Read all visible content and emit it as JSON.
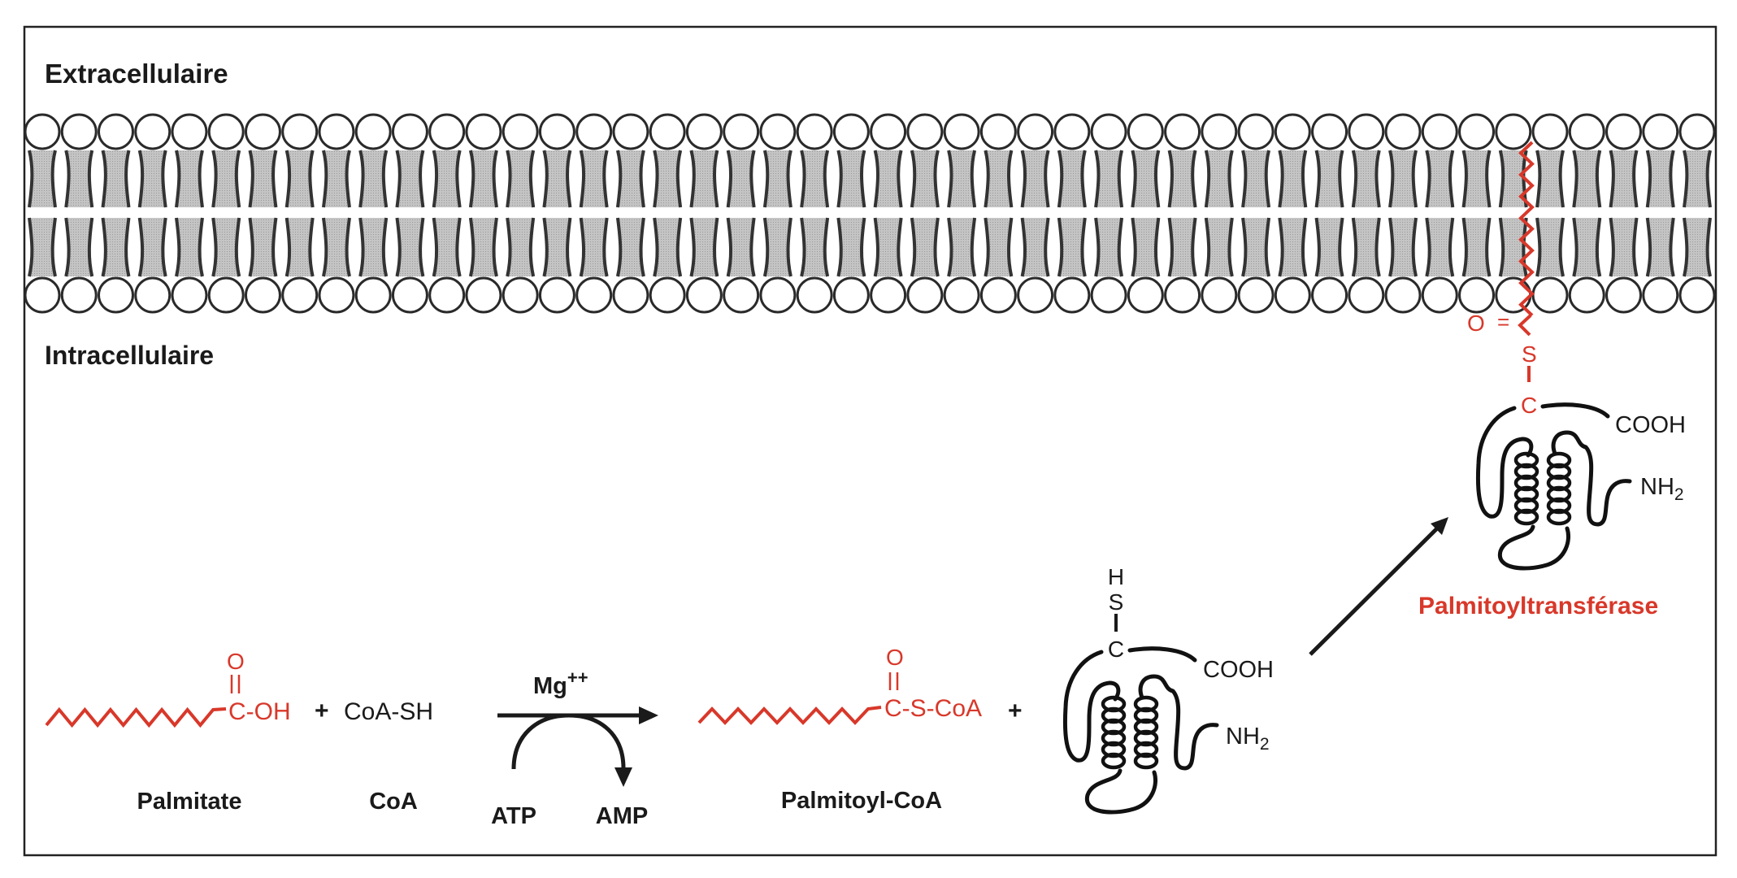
{
  "figure": {
    "regions": {
      "extracellular_label": "Extracellulaire",
      "intracellular_label": "Intracellulaire"
    },
    "membrane": {
      "heads_per_leaflet": 46,
      "leaflets": 2
    },
    "reaction": {
      "palmitate": {
        "carbonyl_o": "O",
        "group": "C-OH",
        "name": "Palmitate"
      },
      "plus_1": "+",
      "coa": {
        "formula": "CoA-SH",
        "name": "CoA"
      },
      "cofactor": {
        "base": "Mg",
        "charge": "++"
      },
      "atp_label": "ATP",
      "amp_label": "AMP",
      "palmitoyl_coa": {
        "carbonyl_o": "O",
        "group": "C-S-CoA",
        "name": "Palmitoyl-CoA"
      },
      "plus_2": "+",
      "protein_free": {
        "h": "H",
        "s": "S",
        "c": "C",
        "cooh": "COOH",
        "nh2_base": "NH",
        "nh2_sub": "2"
      }
    },
    "anchored_protein": {
      "o": "O",
      "double_bond": "=",
      "s": "S",
      "c": "C",
      "cooh": "COOH",
      "nh2_base": "NH",
      "nh2_sub": "2",
      "enzyme_name": "Palmitoyltransférase"
    },
    "colors": {
      "accent_red": "#d8382a",
      "tail_gray": "#b5b5b5",
      "line_dark": "#1a1a1a"
    }
  }
}
